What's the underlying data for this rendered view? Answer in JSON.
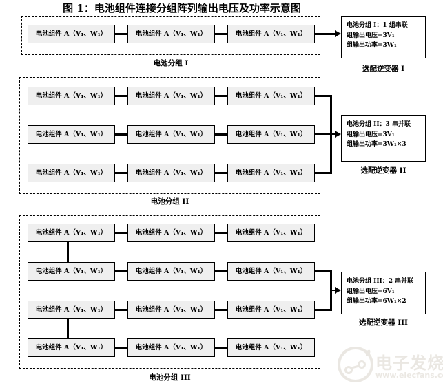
{
  "title": "图 1：电池组件连接分组阵列输出电压及功率示意图",
  "module_label": "电池组件 A（V₁、W₁）",
  "groups": [
    {
      "label": "电池分组 I",
      "rows": 1,
      "columns": 3,
      "connection": "series",
      "inverter": {
        "line1": "电池分组 I：1 组串联",
        "line2": "组输出电压=3V₁",
        "line3": "组输出功率=3W₁",
        "label": "选配逆变器 I"
      }
    },
    {
      "label": "电池分组 II",
      "rows": 3,
      "columns": 3,
      "connection": "3 parallel strings of 3 in series",
      "inverter": {
        "line1": "电池分组 II：3 串并联",
        "line2": "组输出电压=3V₁",
        "line3": "组输出功率=3W₁×3",
        "label": "选配逆变器 II"
      }
    },
    {
      "label": "电池分组 III",
      "rows": 4,
      "columns": 3,
      "connection": "2 parallel strings of 6 in series",
      "inverter": {
        "line1": "电池分组 III：2 串并联",
        "line2": "组输出电压=6V₁",
        "line3": "组输出功率=6W₁×2",
        "label": "选配逆变器 III"
      }
    }
  ],
  "watermark": {
    "brand": "电子发烧友",
    "url": "www.elecfans.com"
  },
  "colors": {
    "module_fill": "#efefef",
    "line": "#000000",
    "watermark": "#eae7e2"
  }
}
